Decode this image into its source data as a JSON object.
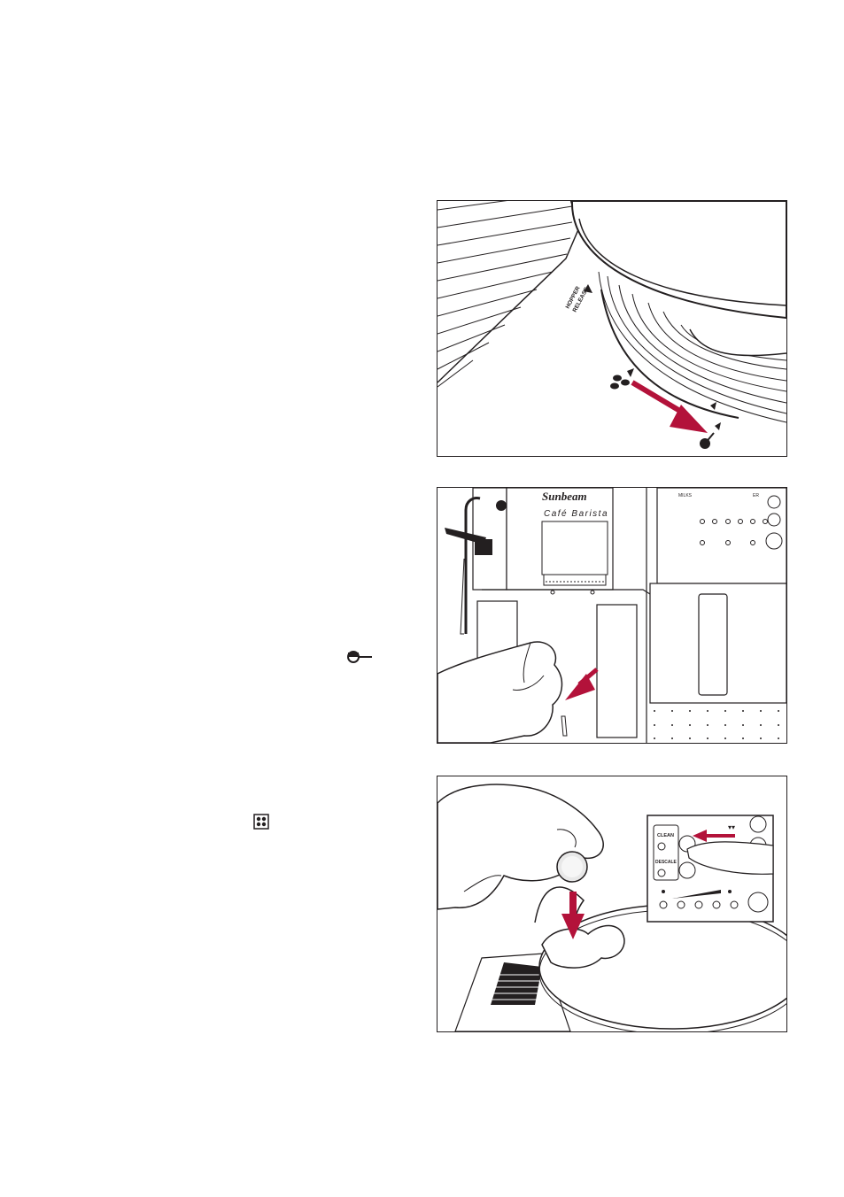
{
  "figures": {
    "hopper": {
      "release_label_line1": "HOPPER",
      "release_label_line2": "RELEASE",
      "icons": [
        "beans-icon",
        "grind-key-icon"
      ],
      "arrow_color": "#b3123a"
    },
    "machine": {
      "brand": "Sunbeam",
      "model": "Café Barista",
      "panel_top_label": "MILKS",
      "panel_top_label2": "ER",
      "arrow_color": "#b3123a"
    },
    "tablet": {
      "clean_label": "CLEAN",
      "descale_label": "DESCALE",
      "arrow_color": "#b3123a"
    }
  },
  "margin_icons": [
    "coffee-key-icon",
    "clean-symbol-icon"
  ]
}
